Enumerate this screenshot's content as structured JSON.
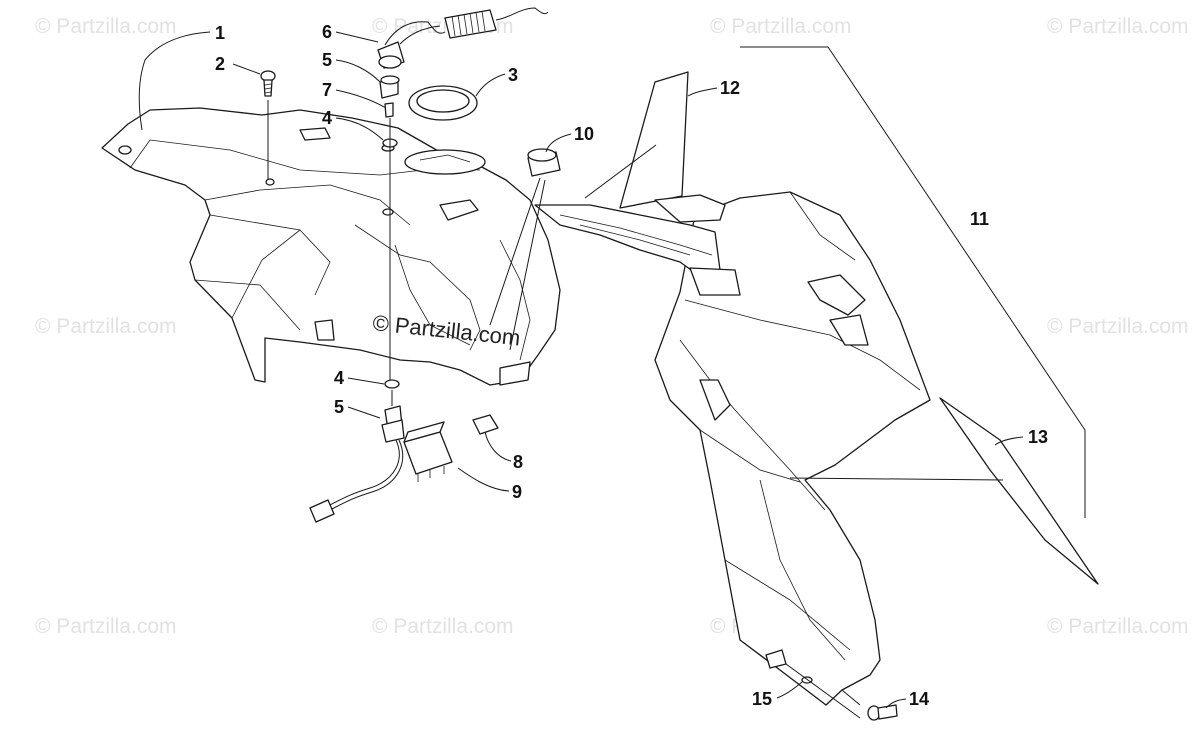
{
  "watermark": {
    "text": "© Partzilla.com"
  },
  "callouts": [
    {
      "id": "label-1",
      "text": "1"
    },
    {
      "id": "label-2",
      "text": "2"
    },
    {
      "id": "label-3",
      "text": "3"
    },
    {
      "id": "label-4-top",
      "text": "4"
    },
    {
      "id": "label-4-bottom",
      "text": "4"
    },
    {
      "id": "label-5-top",
      "text": "5"
    },
    {
      "id": "label-5-bottom",
      "text": "5"
    },
    {
      "id": "label-6",
      "text": "6"
    },
    {
      "id": "label-7",
      "text": "7"
    },
    {
      "id": "label-8",
      "text": "8"
    },
    {
      "id": "label-9",
      "text": "9"
    },
    {
      "id": "label-10",
      "text": "10"
    },
    {
      "id": "label-11",
      "text": "11"
    },
    {
      "id": "label-12",
      "text": "12"
    },
    {
      "id": "label-13",
      "text": "13"
    },
    {
      "id": "label-14",
      "text": "14"
    },
    {
      "id": "label-15",
      "text": "15"
    }
  ]
}
